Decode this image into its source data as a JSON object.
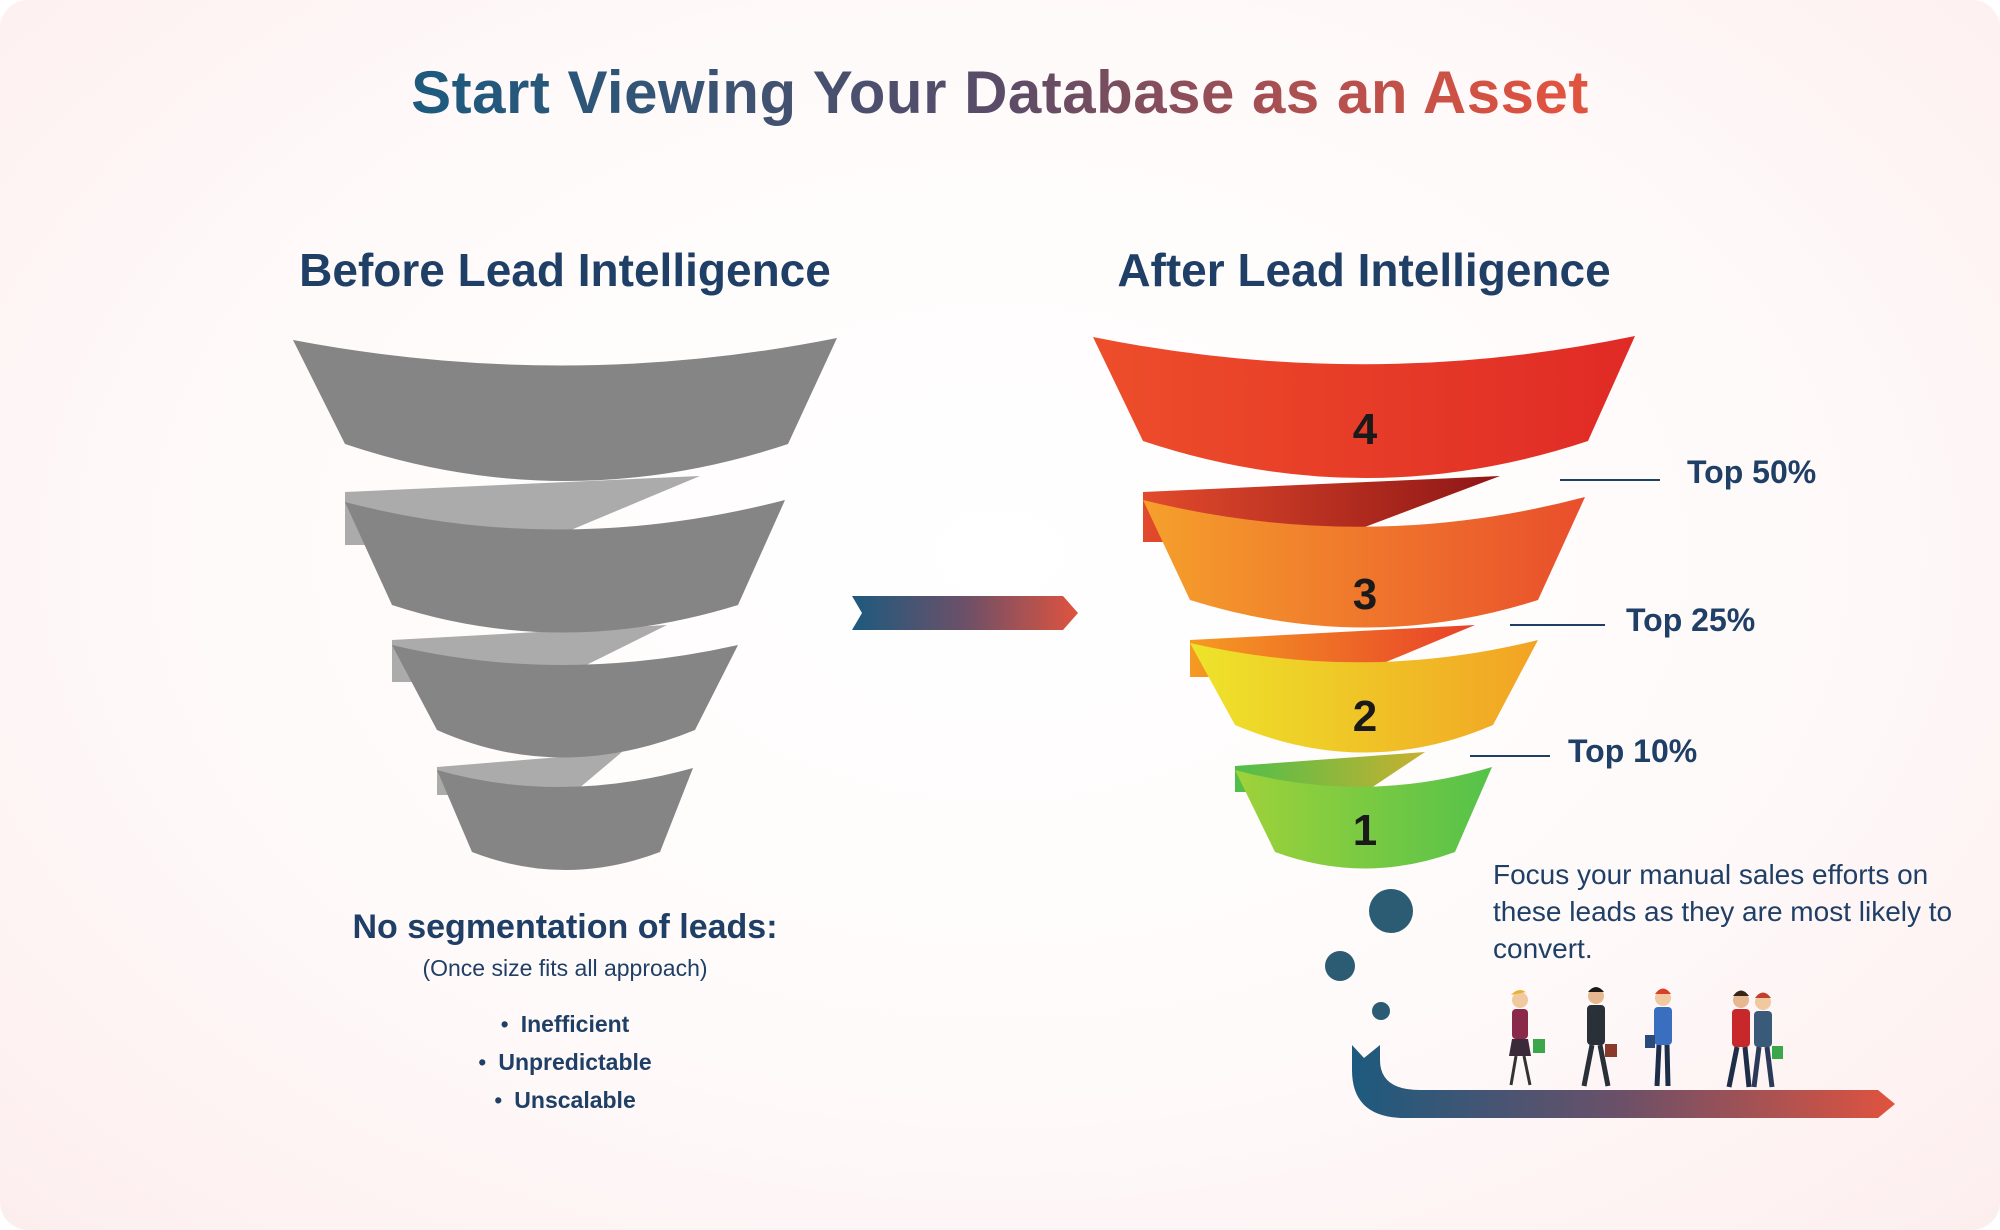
{
  "title": "Start Viewing Your Database as an Asset",
  "before": {
    "heading": "Before Lead Intelligence",
    "summary": "No segmentation of leads:",
    "summary_note": "(Once size fits all approach)",
    "bullets": [
      "Inefficient",
      "Unpredictable",
      "Unscalable"
    ]
  },
  "after": {
    "heading": "After Lead Intelligence",
    "tiers": [
      {
        "number": "4",
        "label": "Top 50%"
      },
      {
        "number": "3",
        "label": "Top 25%"
      },
      {
        "number": "2",
        "label": "Top 10%"
      },
      {
        "number": "1",
        "label": ""
      }
    ],
    "focus_text": "Focus your manual sales efforts on these leads as they are most likely to convert."
  },
  "colors": {
    "navy": "#1d5a7e",
    "coral": "#e0533f",
    "tier4": "#e8402a",
    "tier3": "#f0702a",
    "tier2": "#f0d22a",
    "tier1": "#7cc63a",
    "gray_funnel": "#858585"
  },
  "icons": [
    "gradient-arrow-icon",
    "people-walking-icon",
    "return-arrow-icon"
  ]
}
